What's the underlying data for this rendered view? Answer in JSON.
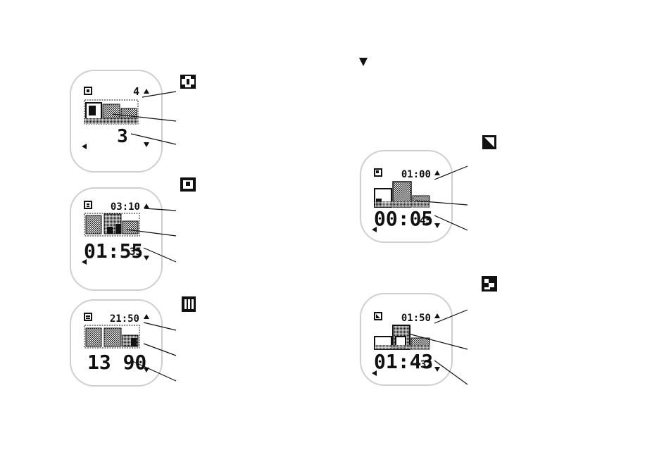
{
  "top_indicator": "down-arrow-icon",
  "screens": [
    {
      "id": "screen-1",
      "mode_icon": "grid-mode-icon",
      "top_value": "4",
      "main_value": "3",
      "sub_value": "",
      "side_icon": "star-grid-icon"
    },
    {
      "id": "screen-2",
      "mode_icon": "clock-mode-icon",
      "top_value": "03:10",
      "main_value": "01:55",
      "sub_value": "35",
      "side_icon": "stopwatch-icon"
    },
    {
      "id": "screen-3",
      "mode_icon": "bars-mode-icon",
      "top_value": "21:50",
      "main_value": "13 90",
      "sub_value": "",
      "side_icon": "battery-icon"
    },
    {
      "id": "screen-4",
      "mode_icon": "zone-mode-icon",
      "top_value": "01:00",
      "main_value": "00:05",
      "sub_value": "45",
      "side_icon": "zone-corner-icon"
    },
    {
      "id": "screen-5",
      "mode_icon": "zone-mode-icon-2",
      "top_value": "01:50",
      "main_value": "01:43",
      "sub_value": "32",
      "side_icon": "zone-step-icon"
    }
  ]
}
